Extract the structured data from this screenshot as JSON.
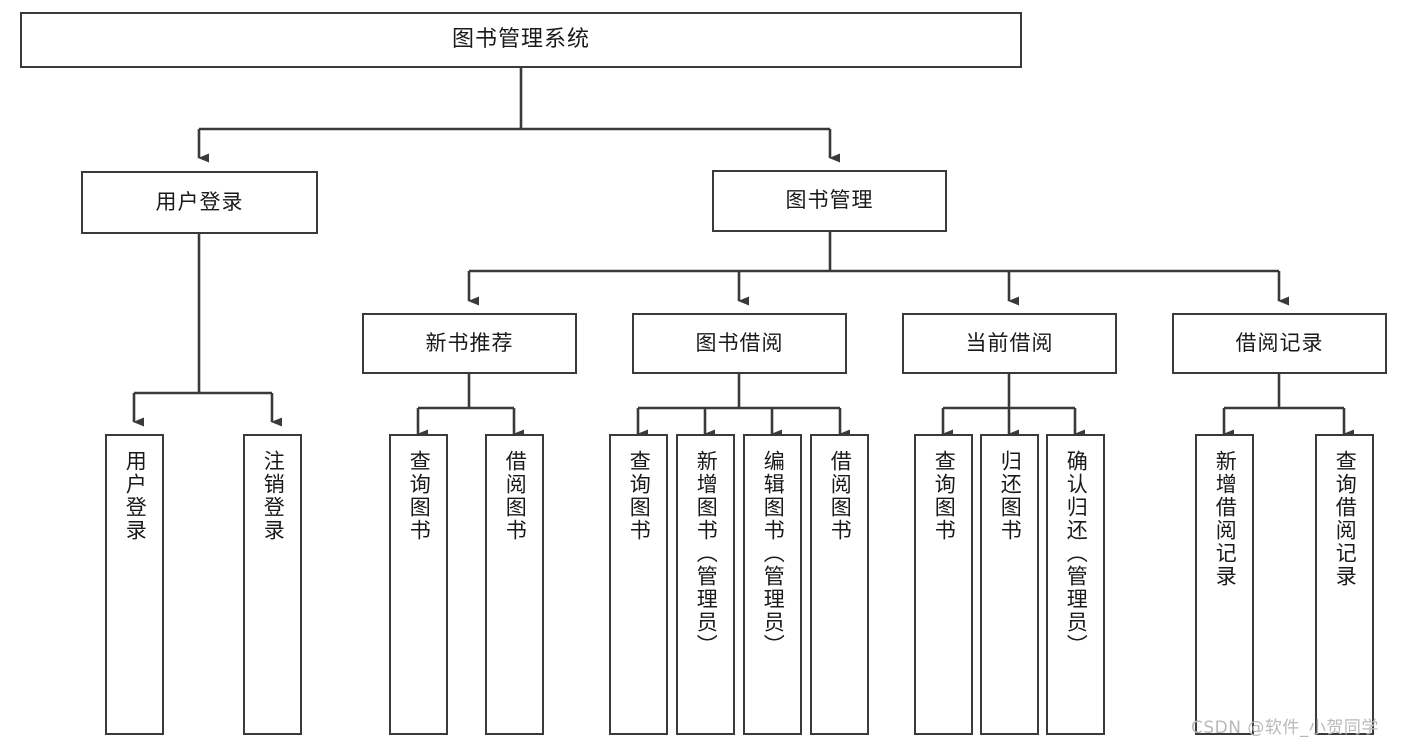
{
  "diagram": {
    "type": "tree-hierarchy",
    "title": "图书管理系统",
    "watermark": "CSDN @软件_小贺同学",
    "colors": {
      "box_border": "#3a3a3a",
      "box_fill": "#ffffff",
      "connector": "#3a3a3a",
      "text": "#1a1a1a",
      "watermark": "#b9b9b9",
      "background": "#ffffff"
    },
    "levels": {
      "root": {
        "label": "图书管理系统"
      },
      "level2": [
        {
          "label": "用户登录"
        },
        {
          "label": "图书管理"
        }
      ],
      "level3": [
        {
          "label": "新书推荐"
        },
        {
          "label": "图书借阅"
        },
        {
          "label": "当前借阅"
        },
        {
          "label": "借阅记录"
        }
      ],
      "leaves": {
        "user_login": [
          {
            "label": "用户登录"
          },
          {
            "label": "注销登录"
          }
        ],
        "new_book_recommend": [
          {
            "label": "查询图书"
          },
          {
            "label": "借阅图书"
          }
        ],
        "book_borrow": [
          {
            "label": "查询图书"
          },
          {
            "label": "新增图书（管理员）"
          },
          {
            "label": "编辑图书（管理员）"
          },
          {
            "label": "借阅图书"
          }
        ],
        "current_borrow": [
          {
            "label": "查询图书"
          },
          {
            "label": "归还图书"
          },
          {
            "label": "确认归还（管理员）"
          }
        ],
        "borrow_record": [
          {
            "label": "新增借阅记录"
          },
          {
            "label": "查询借阅记录"
          }
        ]
      }
    }
  }
}
